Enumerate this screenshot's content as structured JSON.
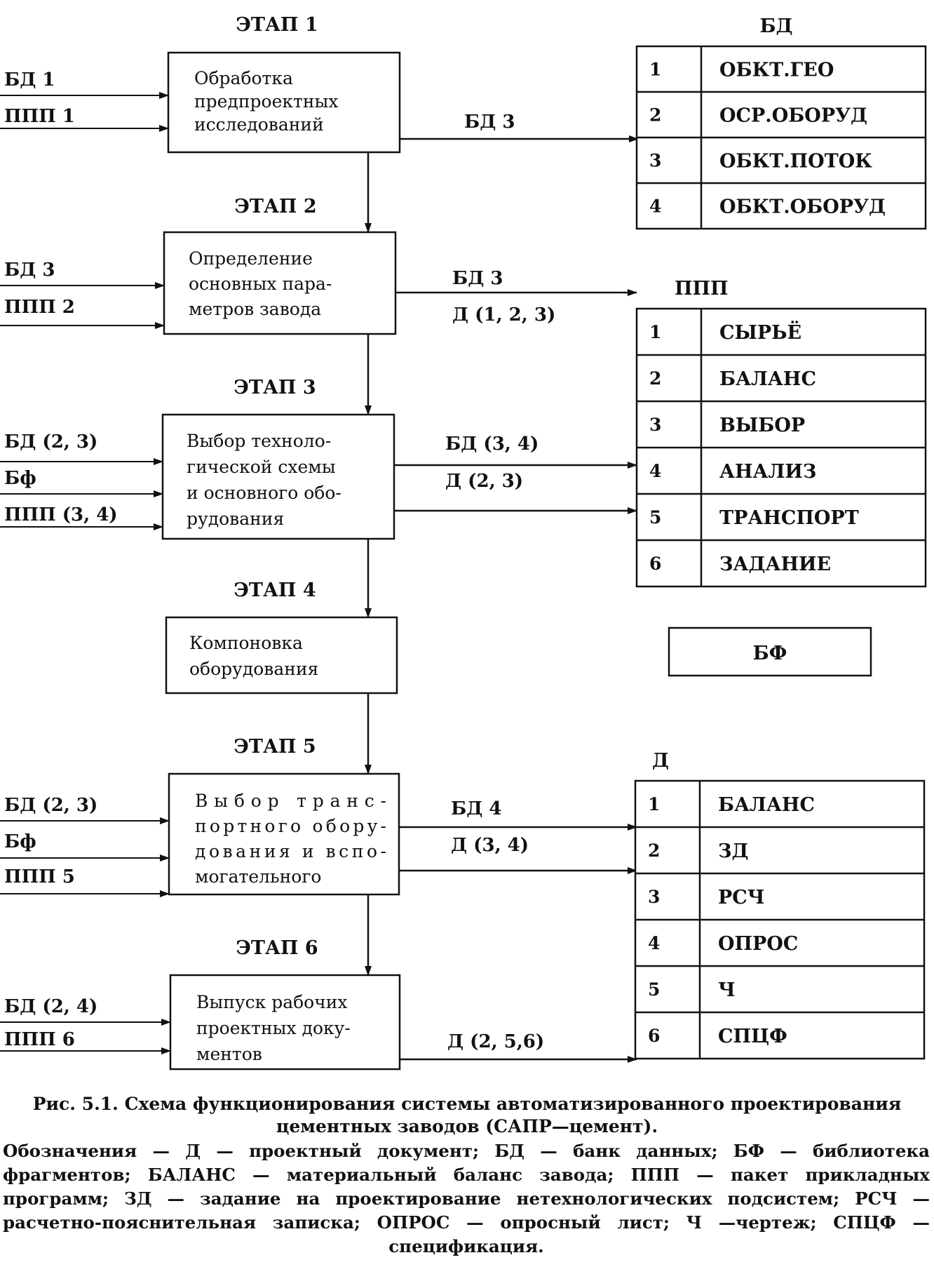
{
  "stages": [
    {
      "title": "ЭТАП 1",
      "lines": [
        "Обработка",
        "предпроектных",
        "исследований"
      ],
      "inputs": [
        "БД 1",
        "ППП 1"
      ],
      "outputs": [
        "БД 3"
      ]
    },
    {
      "title": "ЭТАП 2",
      "lines": [
        "Определение",
        "основных пара-",
        "метров завода"
      ],
      "inputs": [
        "БД 3",
        "ППП 2"
      ],
      "outputs": [
        "БД 3",
        "Д (1, 2, 3)"
      ]
    },
    {
      "title": "ЭТАП 3",
      "lines": [
        "Выбор техноло-",
        "гической схемы",
        "и основного обо-",
        "рудования"
      ],
      "inputs": [
        "БД (2, 3)",
        "Бф",
        "ППП (3, 4)"
      ],
      "outputs": [
        "БД (3, 4)",
        "Д (2, 3)"
      ]
    },
    {
      "title": "ЭТАП 4",
      "lines": [
        "Компоновка",
        "оборудования"
      ],
      "inputs": [],
      "outputs": []
    },
    {
      "title": "ЭТАП 5",
      "lines": [
        "Выбор транс-",
        "портного обору-",
        "дования и вспо-",
        "могательного"
      ],
      "inputs": [
        "БД (2, 3)",
        "Бф",
        "ППП 5"
      ],
      "outputs": [
        "БД 4",
        "Д (3, 4)"
      ]
    },
    {
      "title": "ЭТАП 6",
      "lines": [
        "Выпуск рабочих",
        "проектных доку-",
        "ментов"
      ],
      "inputs": [
        "БД (2, 4)",
        "ППП 6"
      ],
      "outputs": [
        "Д (2, 5,6)"
      ]
    }
  ],
  "tables": [
    {
      "title": "БД",
      "rows": [
        {
          "num": "1",
          "name": "ОБКТ.ГЕО"
        },
        {
          "num": "2",
          "name": "ОСР.ОБОРУД"
        },
        {
          "num": "3",
          "name": "ОБКТ.ПОТОК"
        },
        {
          "num": "4",
          "name": "ОБКТ.ОБОРУД"
        }
      ]
    },
    {
      "title": "ППП",
      "rows": [
        {
          "num": "1",
          "name": "СЫРЬЁ"
        },
        {
          "num": "2",
          "name": "БАЛАНС"
        },
        {
          "num": "3",
          "name": "ВЫБОР"
        },
        {
          "num": "4",
          "name": "АНАЛИЗ"
        },
        {
          "num": "5",
          "name": "ТРАНСПОРТ"
        },
        {
          "num": "6",
          "name": "ЗАДАНИЕ"
        }
      ]
    },
    {
      "title": "Д",
      "rows": [
        {
          "num": "1",
          "name": "БАЛАНС"
        },
        {
          "num": "2",
          "name": "ЗД"
        },
        {
          "num": "3",
          "name": "РСЧ"
        },
        {
          "num": "4",
          "name": "ОПРОС"
        },
        {
          "num": "5",
          "name": "Ч"
        },
        {
          "num": "6",
          "name": "СПЦФ"
        }
      ]
    }
  ],
  "library_box": {
    "label": "БФ"
  },
  "caption": {
    "main": "Рис. 5.1. Схема функционирования системы автоматизированного проектирования цементных заводов (САПР—цемент).",
    "legend": "Обозначения — Д — проектный документ; БД — банк данных; БФ — библиотека фрагментов; БАЛАНС — материальный баланс завода; ППП — пакет прикладных программ; ЗД — задание на проектирование нетехнологических подсистем; РСЧ — расчетно-пояснительная записка; ОПРОС — опросный лист; Ч —чертеж; СПЦФ — спецификация."
  }
}
